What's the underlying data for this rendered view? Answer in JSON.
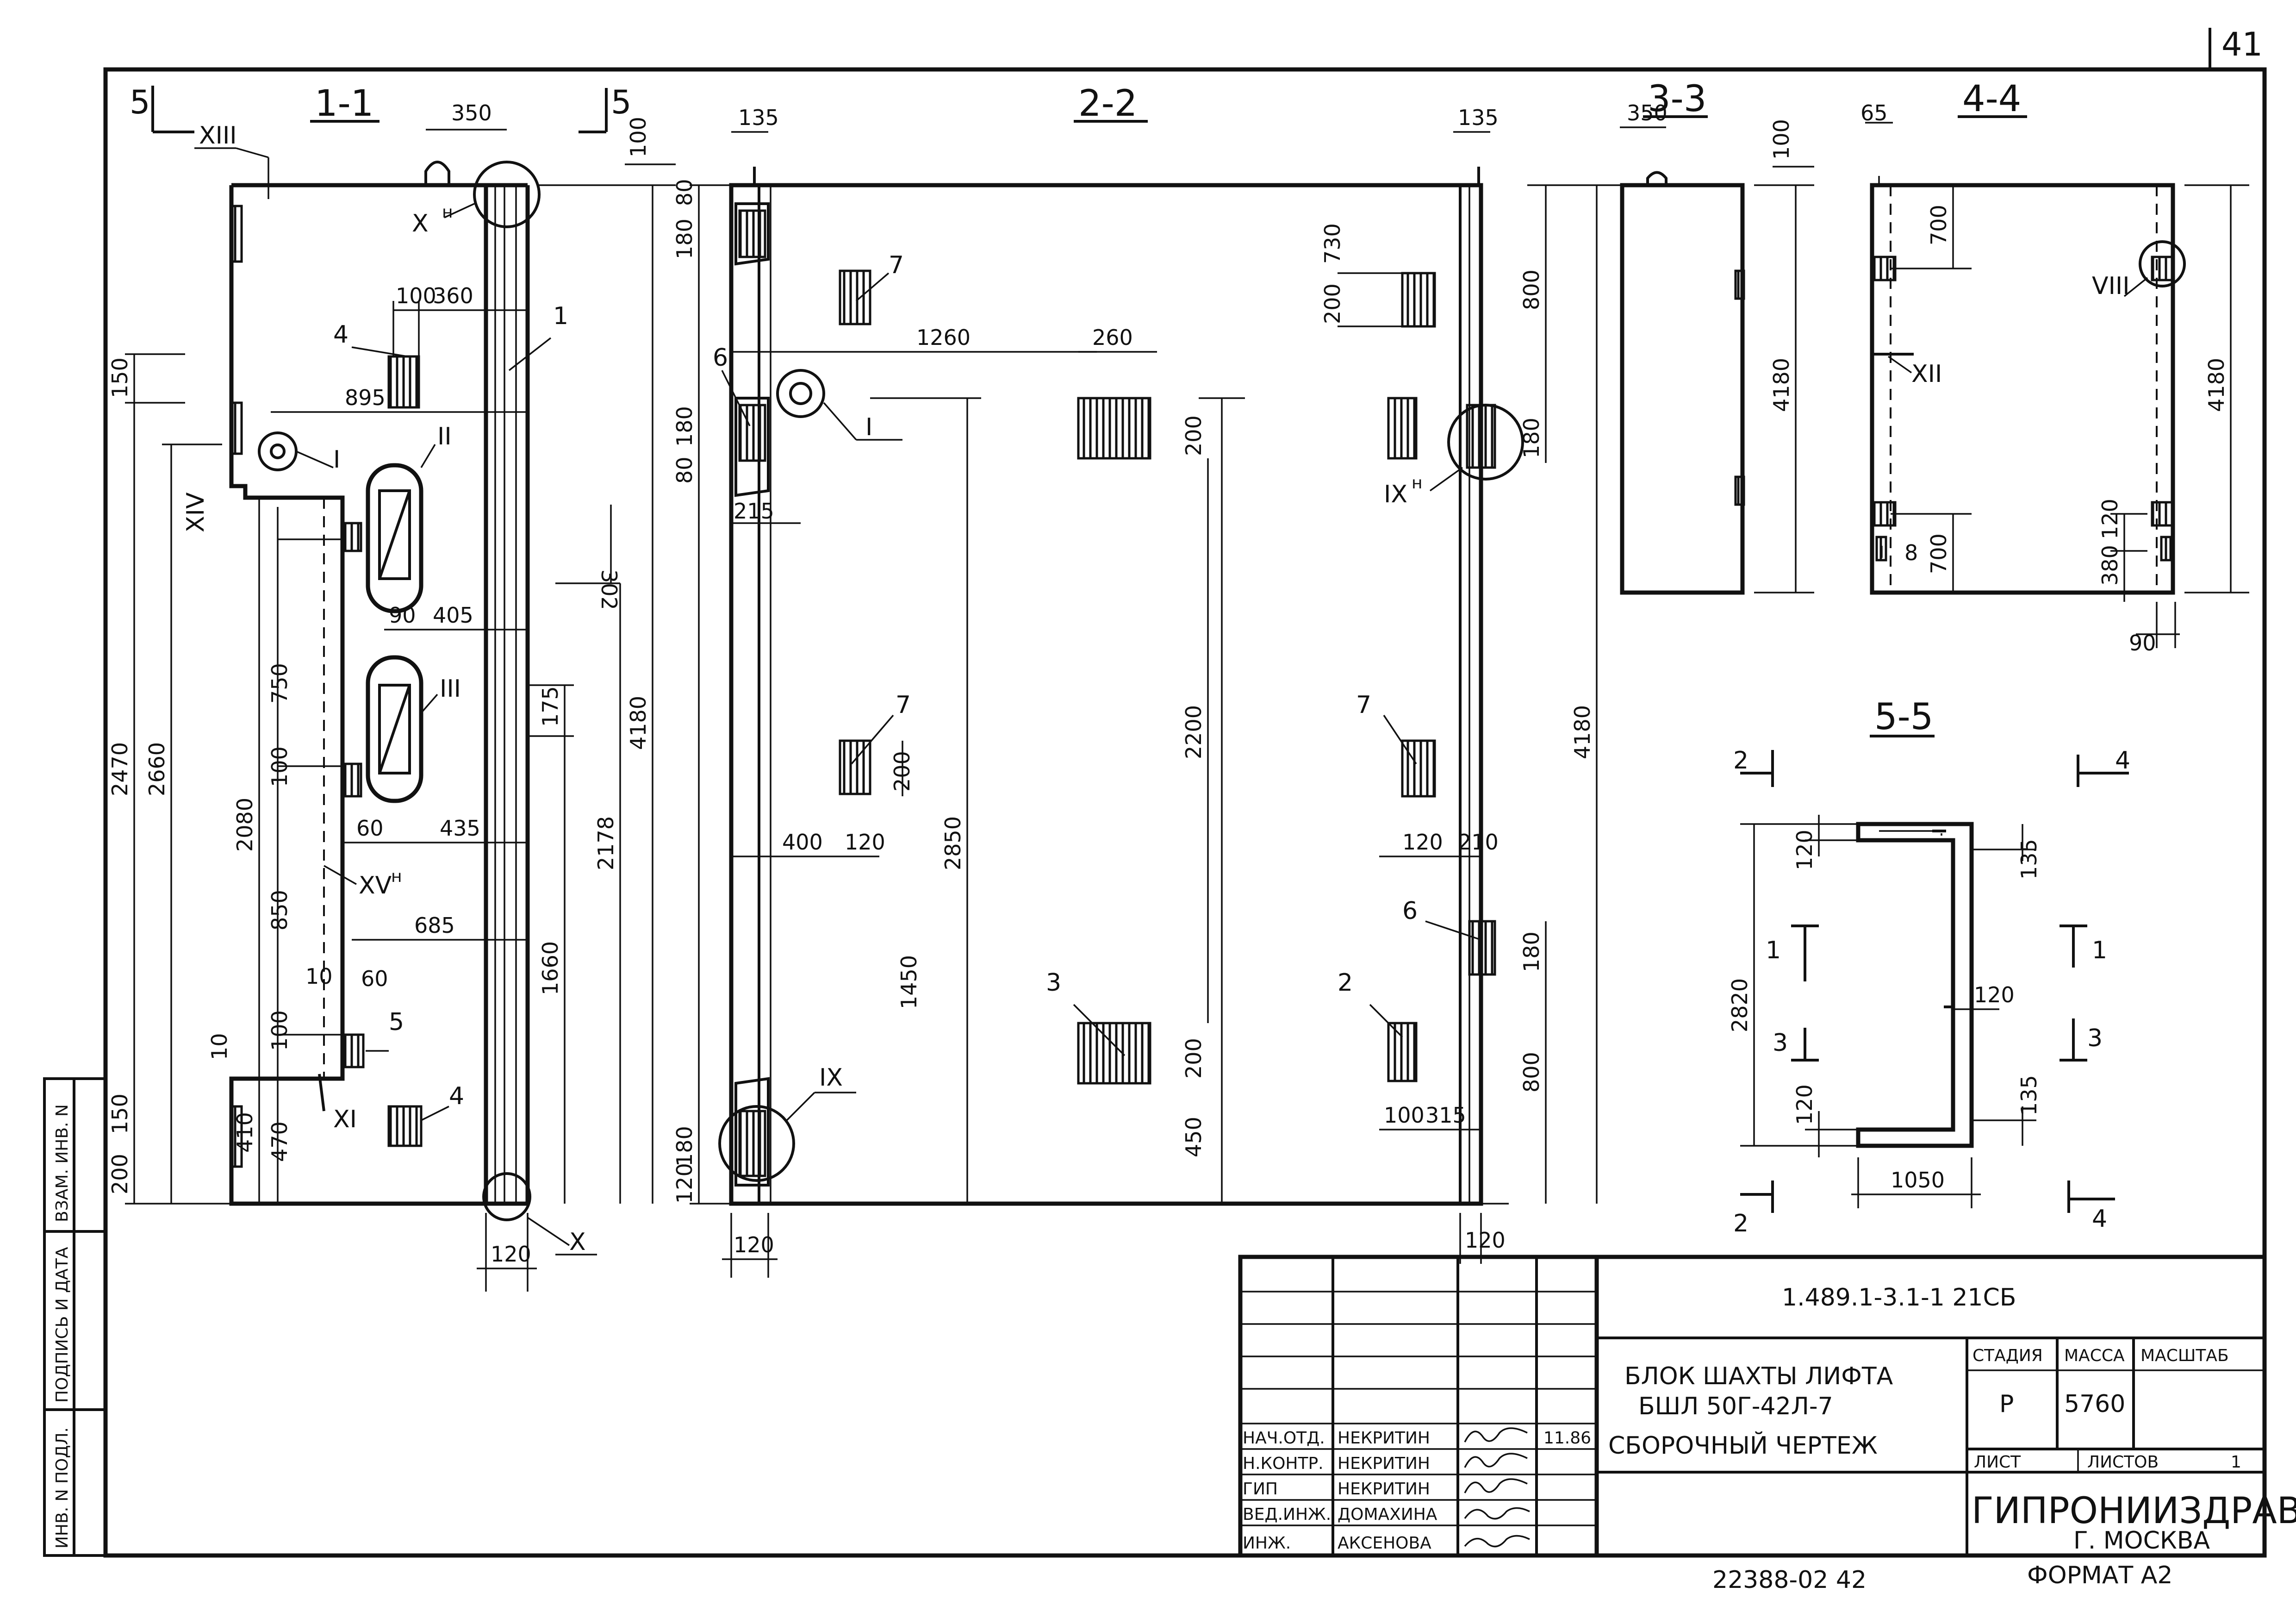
{
  "page_number": "41",
  "sections": {
    "s11": "1-1",
    "s22": "2-2",
    "s33": "3-3",
    "s44": "4-4",
    "s55": "5-5",
    "cut5": "5"
  },
  "callouts": {
    "xiii": "XIII",
    "xh": "X",
    "xh_sup": "н",
    "i": "I",
    "ii": "II",
    "iii": "III",
    "xiv": "XIV",
    "xvh": "XV",
    "xvh_sup": "н",
    "xi": "XI",
    "x": "X",
    "ixh": "IX",
    "ixh_sup": "н",
    "ix": "IX",
    "viii": "VIII",
    "xii": "XII",
    "ii_small": "II"
  },
  "part_marks": {
    "m1": "1",
    "m2": "2",
    "m3": "3",
    "m4a": "4",
    "m4b": "4",
    "m5": "5",
    "m6a": "6",
    "m6b": "6",
    "m7a": "7",
    "m7b": "7",
    "m7c": "7"
  },
  "dims_11": {
    "d350": "350",
    "d100": "100",
    "d100b": "100",
    "d360": "360",
    "d150": "150",
    "d895": "895",
    "d302": "302",
    "d4180": "4180",
    "d90": "90",
    "d405": "405",
    "d750": "750",
    "d175": "175",
    "d2470": "2470",
    "d2660": "2660",
    "d2080": "2080",
    "d100c": "100",
    "d2178": "2178",
    "d60": "60",
    "d435": "435",
    "d850": "850",
    "d685": "685",
    "d1660": "1660",
    "d10": "10",
    "d60b": "60",
    "d100d": "100",
    "d10b": "10",
    "d150b": "150",
    "d410": "410",
    "d470": "470",
    "d200": "200",
    "d120": "120"
  },
  "dims_22": {
    "d135": "135",
    "d80": "80",
    "d180": "180",
    "d1260": "1260",
    "d260": "260",
    "d80b": "80",
    "d180b": "180",
    "d215": "215",
    "d200": "200",
    "d2200": "2200",
    "d2850": "2850",
    "d400": "400",
    "d120": "120",
    "d200b": "200",
    "d1450": "1450",
    "d200c": "200",
    "d450": "450",
    "d180c": "180",
    "d120b": "120",
    "d120c": "120",
    "d135b": "135",
    "d730": "730",
    "d200d": "200",
    "d800": "800",
    "d180d": "180",
    "d4180": "4180",
    "d120d": "120",
    "d210": "210",
    "d180e": "180",
    "d800b": "800",
    "d100": "100",
    "d315": "315",
    "d120e": "120"
  },
  "dims_33": {
    "d350": "350",
    "d100": "100",
    "d4180": "4180"
  },
  "dims_44": {
    "d65": "65",
    "d700": "700",
    "d4180": "4180",
    "d120": "120",
    "d8": "8",
    "d700b": "700",
    "d380": "380",
    "d90": "90"
  },
  "dims_55": {
    "c2": "2",
    "c4": "4",
    "c1": "1",
    "c3": "3",
    "d120": "120",
    "d135": "135",
    "d2820": "2820",
    "d120b": "120",
    "d120c": "120",
    "d135b": "135",
    "d1050": "1050"
  },
  "side_stamps": {
    "inv_podl": "ИНВ. N ПОДЛ.",
    "podpis": "ПОДПИСЬ И ДАТА",
    "vzam": "ВЗАМ. ИНВ. N"
  },
  "title_block": {
    "code": "1.489.1-3.1-1   21СБ",
    "title1": "БЛОК  ШАХТЫ  ЛИФТА",
    "title2": "БШЛ 50Г-42Л-7",
    "title3": "СБОРОЧНЫЙ  ЧЕРТЕЖ",
    "h_stage": "СТАДИЯ",
    "h_mass": "МАССА",
    "h_scale": "МАСШТАБ",
    "stage": "Р",
    "mass": "5760",
    "sheet": "ЛИСТ",
    "sheets": "ЛИСТОВ",
    "sheets_n": "1",
    "org": "ГИПРОНИИЗДРАВ",
    "city": "Г. МОСКВА",
    "format": "ФОРМАТ  А2",
    "roles": [
      "НАЧ.ОТД.",
      "Н.КОНТР.",
      "ГИП",
      "ВЕД.ИНЖ.",
      "ИНЖ."
    ],
    "names": [
      "НЕКРИТИН",
      "НЕКРИТИН",
      "НЕКРИТИН",
      "ДОМАХИНА",
      "АКСЕНОВА"
    ],
    "date": "11.86",
    "doc_no": "22388-02   42"
  }
}
